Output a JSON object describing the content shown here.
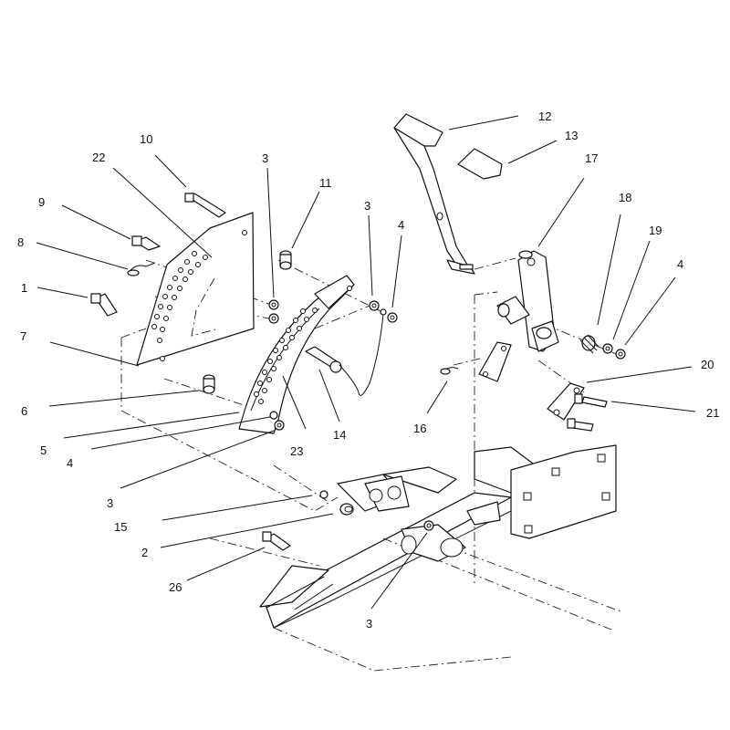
{
  "callouts": [
    {
      "id": "c1",
      "label": "1"
    },
    {
      "id": "c2",
      "label": "2"
    },
    {
      "id": "c3a",
      "label": "3"
    },
    {
      "id": "c3b",
      "label": "3"
    },
    {
      "id": "c3c",
      "label": "3"
    },
    {
      "id": "c3d",
      "label": "3"
    },
    {
      "id": "c4a",
      "label": "4"
    },
    {
      "id": "c4b",
      "label": "4"
    },
    {
      "id": "c4c",
      "label": "4"
    },
    {
      "id": "c5",
      "label": "5"
    },
    {
      "id": "c6",
      "label": "6"
    },
    {
      "id": "c7",
      "label": "7"
    },
    {
      "id": "c8",
      "label": "8"
    },
    {
      "id": "c9",
      "label": "9"
    },
    {
      "id": "c10",
      "label": "10"
    },
    {
      "id": "c11",
      "label": "11"
    },
    {
      "id": "c12",
      "label": "12"
    },
    {
      "id": "c13",
      "label": "13"
    },
    {
      "id": "c14",
      "label": "14"
    },
    {
      "id": "c15",
      "label": "15"
    },
    {
      "id": "c16",
      "label": "16"
    },
    {
      "id": "c17",
      "label": "17"
    },
    {
      "id": "c18",
      "label": "18"
    },
    {
      "id": "c19",
      "label": "19"
    },
    {
      "id": "c20",
      "label": "20"
    },
    {
      "id": "c21",
      "label": "21"
    },
    {
      "id": "c22",
      "label": "22"
    },
    {
      "id": "c23",
      "label": "23"
    },
    {
      "id": "c26",
      "label": "26"
    }
  ]
}
